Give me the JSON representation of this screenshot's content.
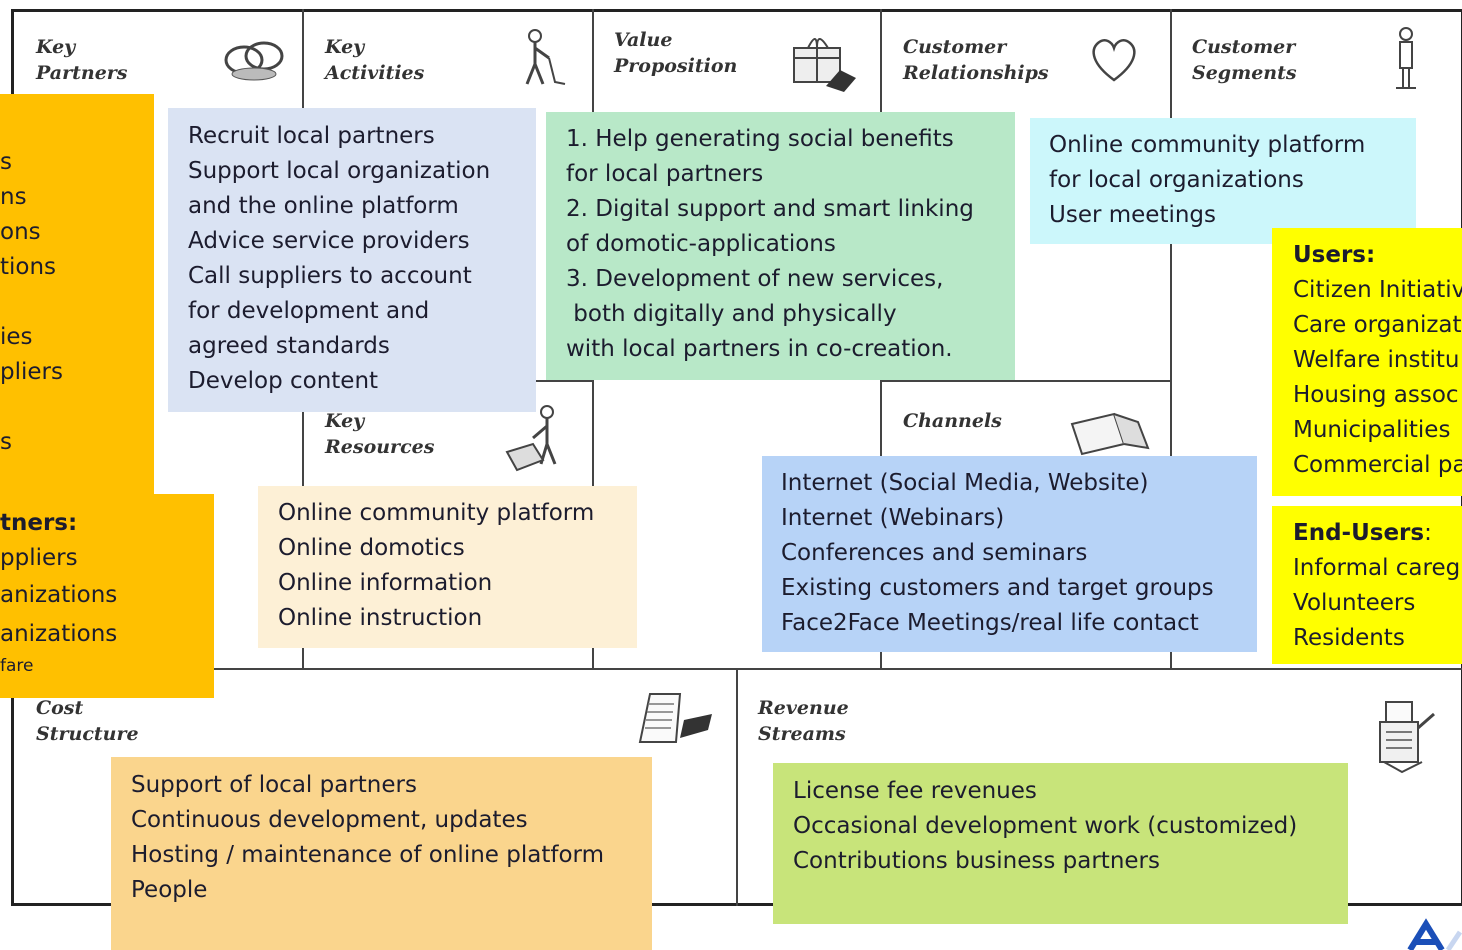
{
  "canvas": {
    "headers": {
      "key_partners": [
        "Key",
        "Partners"
      ],
      "key_activities": [
        "Key",
        "Activities"
      ],
      "value_proposition": [
        "Value",
        "Proposition"
      ],
      "customer_relationships": [
        "Customer",
        "Relationships"
      ],
      "customer_segments": [
        "Customer",
        "Segments"
      ],
      "key_resources": [
        "Key",
        "Resources"
      ],
      "channels": [
        "Channels"
      ],
      "cost_structure": [
        "Cost",
        "Structure"
      ],
      "revenue_streams": [
        "Revenue",
        "Streams"
      ]
    },
    "icons": [
      "chain-links-icon",
      "worker-vacuum-icon",
      "gift-box-icon",
      "heart-icon",
      "standing-person-icon",
      "worker-crate-icon",
      "delivery-truck-icon",
      "receipt-pen-icon",
      "cash-register-icon"
    ]
  },
  "notes": {
    "partners_top": [
      "s",
      "ns",
      "ons",
      "tions",
      "",
      "ies",
      "pliers",
      "",
      "s"
    ],
    "partners_bottom": {
      "heading": "tners:",
      "lines": [
        "ppliers",
        "anizations",
        "anizations"
      ],
      "small": "fare"
    },
    "key_activities": [
      "Recruit local partners",
      "Support local organization",
      "and the online platform",
      "Advice service providers",
      "Call suppliers to account",
      "for development and",
      "agreed standards",
      "Develop content"
    ],
    "value_proposition": [
      "1. Help generating social benefits",
      "for local partners",
      "2. Digital support and smart linking",
      "of domotic-applications",
      "3. Development of new services,",
      " both digitally and physically",
      "with local partners in co-creation."
    ],
    "customer_relationships": [
      "Online community platform",
      "for local organizations",
      "User meetings"
    ],
    "users": {
      "heading": "Users:",
      "lines": [
        "Citizen Initiativ",
        "Care organizat",
        "Welfare institu",
        "Housing assoc",
        "Municipalities",
        "Commercial pa"
      ]
    },
    "end_users": {
      "heading": "End-Users",
      "suffix": ":",
      "lines": [
        "Informal careg",
        "Volunteers",
        "Residents"
      ]
    },
    "key_resources": [
      "Online community platform",
      "Online domotics",
      "Online information",
      "Online instruction"
    ],
    "channels": [
      "Internet (Social Media, Website)",
      "Internet (Webinars)",
      "Conferences and seminars",
      "Existing customers and target groups",
      "Face2Face Meetings/real life contact"
    ],
    "cost_structure": [
      "Support of local partners",
      "Continuous development, updates",
      "Hosting / maintenance of online platform",
      "People"
    ],
    "revenue_streams": [
      "License fee revenues",
      "Occasional development work (customized)",
      "Contributions business partners"
    ]
  },
  "colors": {
    "partners": "#ffc000",
    "key_activities": "#dae3f3",
    "value_proposition": "#b8e8c8",
    "customer_relationships": "#ccf7fb",
    "users": "#ffff00",
    "key_resources": "#fdf0d6",
    "channels": "#b7d3f7",
    "cost_structure": "#fad58d",
    "revenue_streams": "#c8e47a"
  }
}
